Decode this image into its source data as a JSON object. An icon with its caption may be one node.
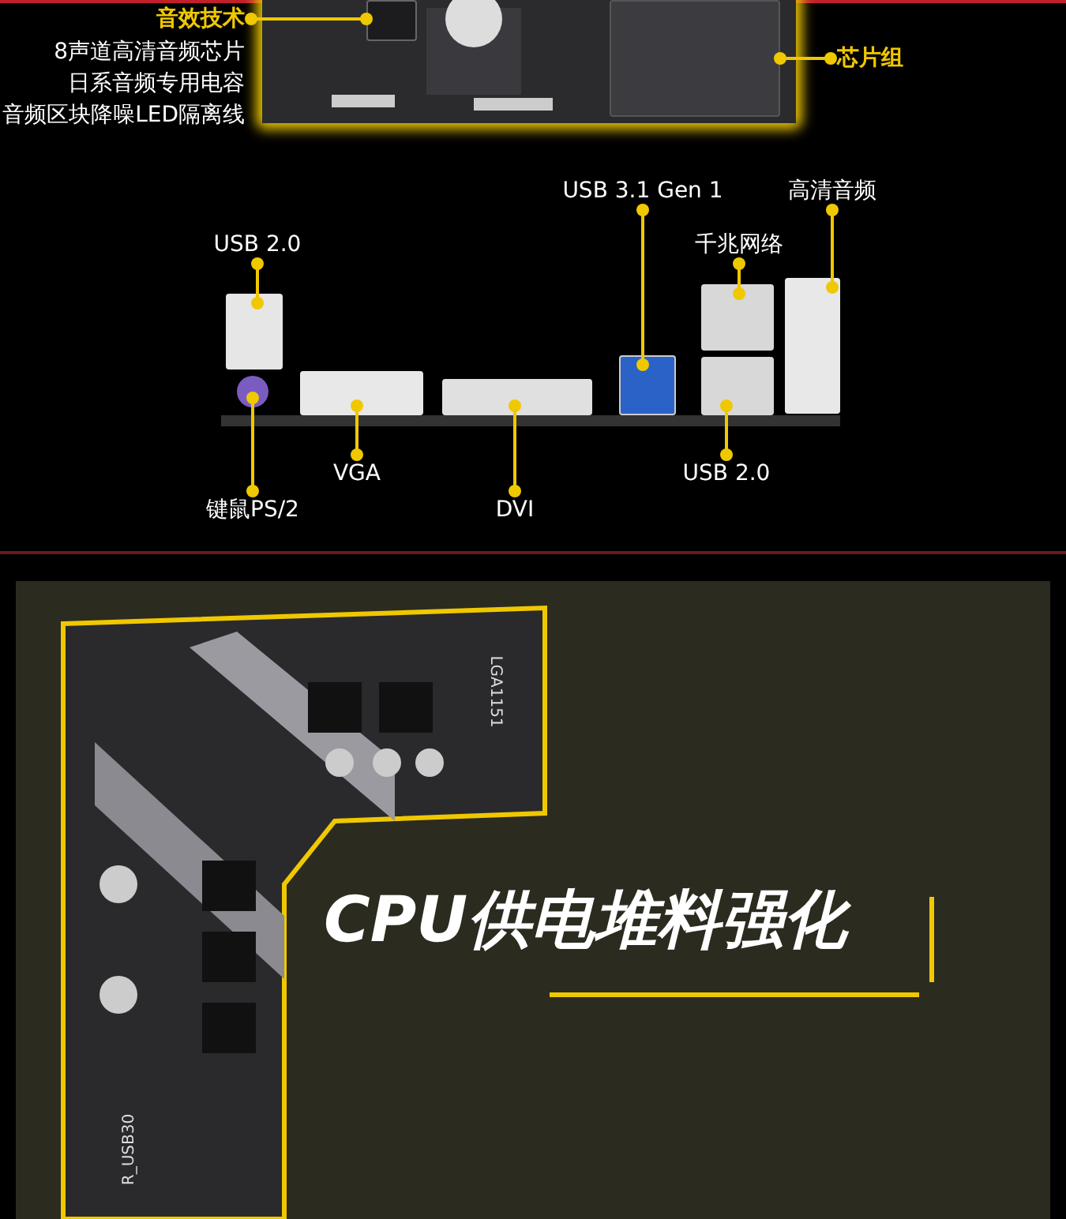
{
  "diagram": {
    "nodes": [
      {
        "text": [
          "音效技术"
        ]
      },
      {
        "text": [],
        "shape": "box"
      },
      {
        "text": [
          "芯片组"
        ]
      },
      {
        "text": [],
        "shape": "box"
      },
      {
        "text": [
          "USB 2.0"
        ]
      },
      {
        "text": [],
        "shape": "box"
      },
      {
        "text": [
          "键鼠PS/2"
        ]
      },
      {
        "text": [],
        "shape": "circle"
      },
      {
        "text": [
          "VGA"
        ]
      },
      {
        "text": [],
        "shape": "box"
      },
      {
        "text": [
          "DVI"
        ]
      },
      {
        "text": [],
        "shape": "box"
      },
      {
        "text": [
          "USB 3.1 Gen 1"
        ]
      },
      {
        "text": [],
        "shape": "box"
      },
      {
        "text": [
          "千兆网络"
        ]
      },
      {
        "text": [],
        "shape": "box"
      },
      {
        "text": [
          "高清音频"
        ]
      },
      {
        "text": [],
        "shape": "box"
      },
      {
        "text": [
          "USB 2.0"
        ]
      },
      {
        "text": [],
        "shape": "box"
      }
    ],
    "edges": [
      {
        "from": 0,
        "to": 1,
        "arrow": "other"
      },
      {
        "from": 2,
        "to": 3,
        "arrow": "other"
      },
      {
        "from": 4,
        "to": 5,
        "arrow": "other"
      },
      {
        "from": 6,
        "to": 7,
        "arrow": "other"
      },
      {
        "from": 8,
        "to": 9,
        "arrow": "other"
      },
      {
        "from": 10,
        "to": 11,
        "arrow": "other"
      },
      {
        "from": 12,
        "to": 13,
        "arrow": "other"
      },
      {
        "from": 14,
        "to": 15,
        "arrow": "other"
      },
      {
        "from": 16,
        "to": 17,
        "arrow": "other"
      },
      {
        "from": 18,
        "to": 19,
        "arrow": "other"
      }
    ],
    "labels": [
      "8声道高清音频芯片",
      "日系音频专用电容",
      "音频区块降噪LED隔离线",
      "LGA1151",
      "CPU供电堆料强化",
      "R_USB30"
    ]
  }
}
